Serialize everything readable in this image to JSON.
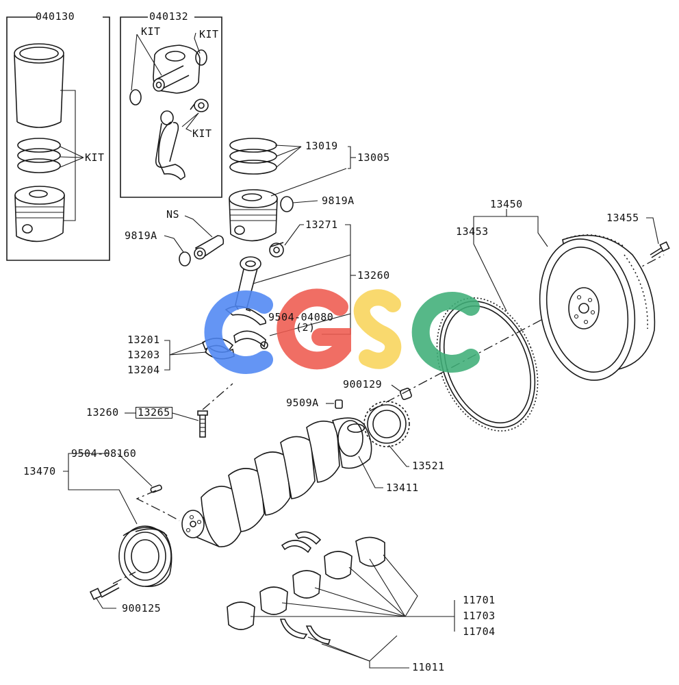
{
  "watermark": {
    "letters": [
      "C",
      "G",
      "S",
      "C"
    ],
    "colors": [
      "#4f86f2",
      "#ee5a4f",
      "#f8d55e",
      "#3fae77"
    ]
  },
  "labels": {
    "l040130": "040130",
    "l040132": "040132",
    "kit_a": "KIT",
    "kit_b": "KIT",
    "kit_c": "KIT",
    "kit_d": "KIT",
    "l13019": "13019",
    "l13005": "13005",
    "l9819a_r": "9819A",
    "ns": "NS",
    "l9819a_l": "9819A",
    "l13271": "13271",
    "l13260_r": "13260",
    "l9504_04080": "9504-04080",
    "qty2": "(2)",
    "l13201": "13201",
    "l13203": "13203",
    "l13204": "13204",
    "l13260_l": "13260",
    "l13265": "13265",
    "l9509a": "9509A",
    "l900129": "900129",
    "l13521": "13521",
    "l13411": "13411",
    "l9504_08160": "9504-08160",
    "l13470": "13470",
    "l900125": "900125",
    "l13450": "13450",
    "l13453": "13453",
    "l13455": "13455",
    "l11701": "11701",
    "l11703": "11703",
    "l11704": "11704",
    "l11011": "11011"
  }
}
